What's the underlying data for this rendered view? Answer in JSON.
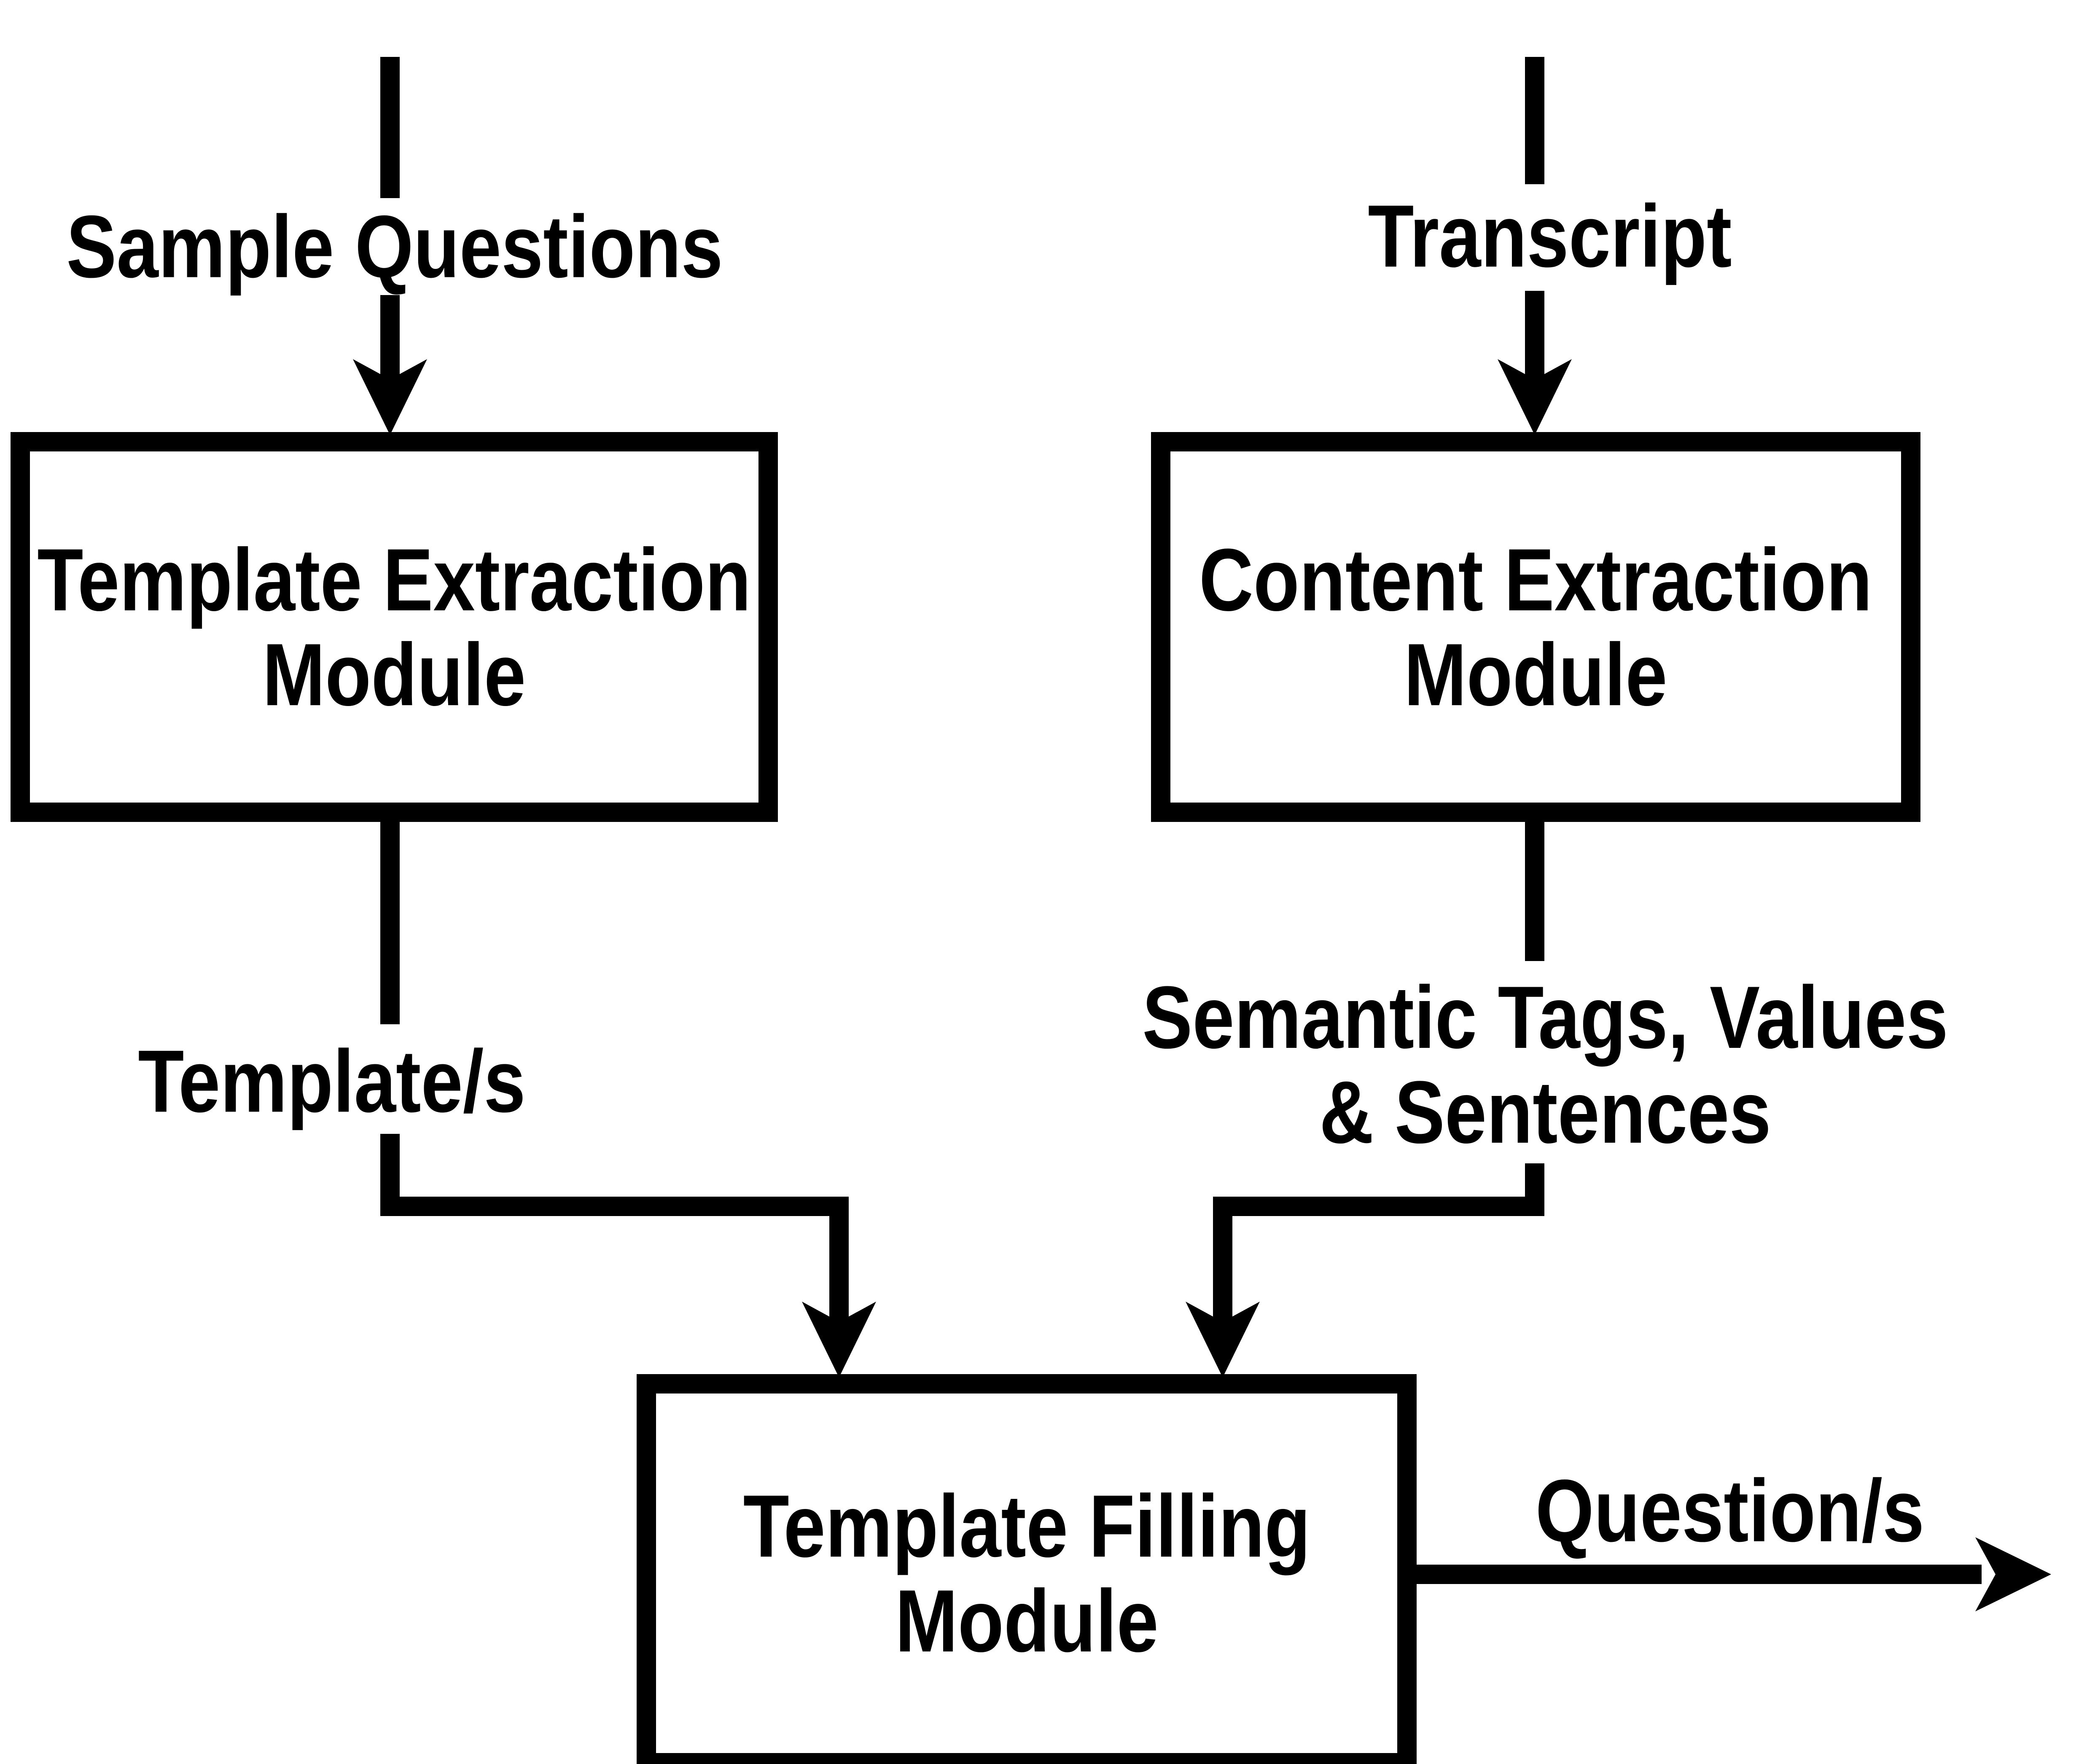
{
  "diagram": {
    "colors": {
      "background": "#ffffff",
      "stroke": "#000000",
      "text": "#000000"
    },
    "inputs": [
      {
        "label": "Sample Questions"
      },
      {
        "label": "Transcript"
      }
    ],
    "modules": [
      {
        "name": "template-extraction",
        "lines": [
          "Template Extraction",
          "Module"
        ]
      },
      {
        "name": "content-extraction",
        "lines": [
          "Content Extraction",
          "Module"
        ]
      },
      {
        "name": "template-filling",
        "lines": [
          "Template Filling",
          "Module"
        ]
      }
    ],
    "edge_labels": {
      "template_output": "Template/s",
      "content_output_line1": "Semantic Tags, Values",
      "content_output_line2": "& Sentences",
      "final_output": "Question/s"
    },
    "flow": [
      {
        "from": "Sample Questions",
        "to": "Template Extraction Module"
      },
      {
        "from": "Transcript",
        "to": "Content Extraction Module"
      },
      {
        "from": "Template Extraction Module",
        "to": "Template Filling Module",
        "label": "Template/s"
      },
      {
        "from": "Content Extraction Module",
        "to": "Template Filling Module",
        "label": "Semantic Tags, Values & Sentences"
      },
      {
        "from": "Template Filling Module",
        "to": "output",
        "label": "Question/s"
      }
    ]
  }
}
